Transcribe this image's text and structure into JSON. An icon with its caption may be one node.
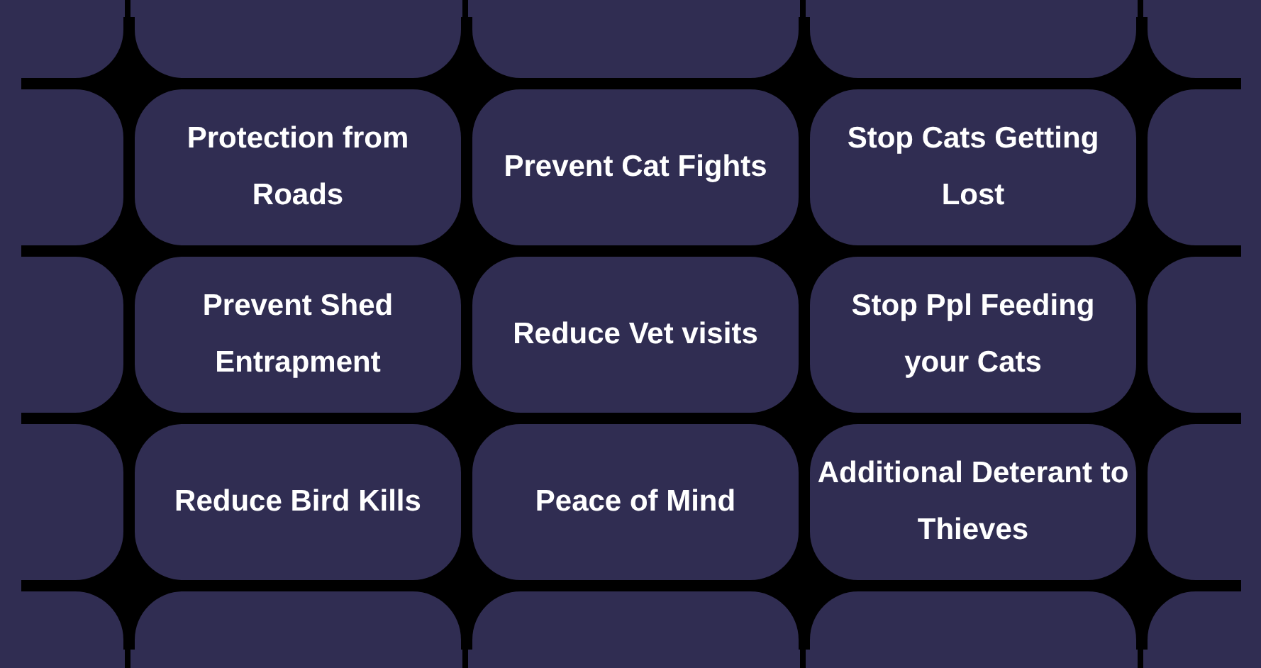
{
  "diagram": {
    "nodes": [
      {
        "text": [],
        "shape": "box"
      },
      {
        "text": [],
        "shape": "box"
      },
      {
        "text": [],
        "shape": "box"
      },
      {
        "text": [],
        "shape": "box"
      },
      {
        "text": [],
        "shape": "box"
      },
      {
        "text": [],
        "shape": "box"
      },
      {
        "text": [
          "Protection from Roads"
        ]
      },
      {
        "text": [
          "Prevent Cat Fights"
        ]
      },
      {
        "text": [
          "Stop Cats Getting Lost"
        ]
      },
      {
        "text": [],
        "shape": "box"
      },
      {
        "text": [],
        "shape": "box"
      },
      {
        "text": [
          "Prevent Shed Entrapment"
        ]
      },
      {
        "text": [
          "Reduce Vet visits"
        ]
      },
      {
        "text": [
          "Stop Ppl Feeding your Cats"
        ]
      },
      {
        "text": [],
        "shape": "box"
      },
      {
        "text": [],
        "shape": "box"
      },
      {
        "text": [
          "Reduce Bird Kills"
        ]
      },
      {
        "text": [
          "Peace of Mind"
        ]
      },
      {
        "text": [
          "Additional Deterant to Thieves"
        ]
      },
      {
        "text": [],
        "shape": "box"
      },
      {
        "text": [],
        "shape": "box"
      },
      {
        "text": [],
        "shape": "box"
      },
      {
        "text": [],
        "shape": "box"
      },
      {
        "text": [],
        "shape": "box"
      },
      {
        "text": [],
        "shape": "box"
      }
    ]
  }
}
